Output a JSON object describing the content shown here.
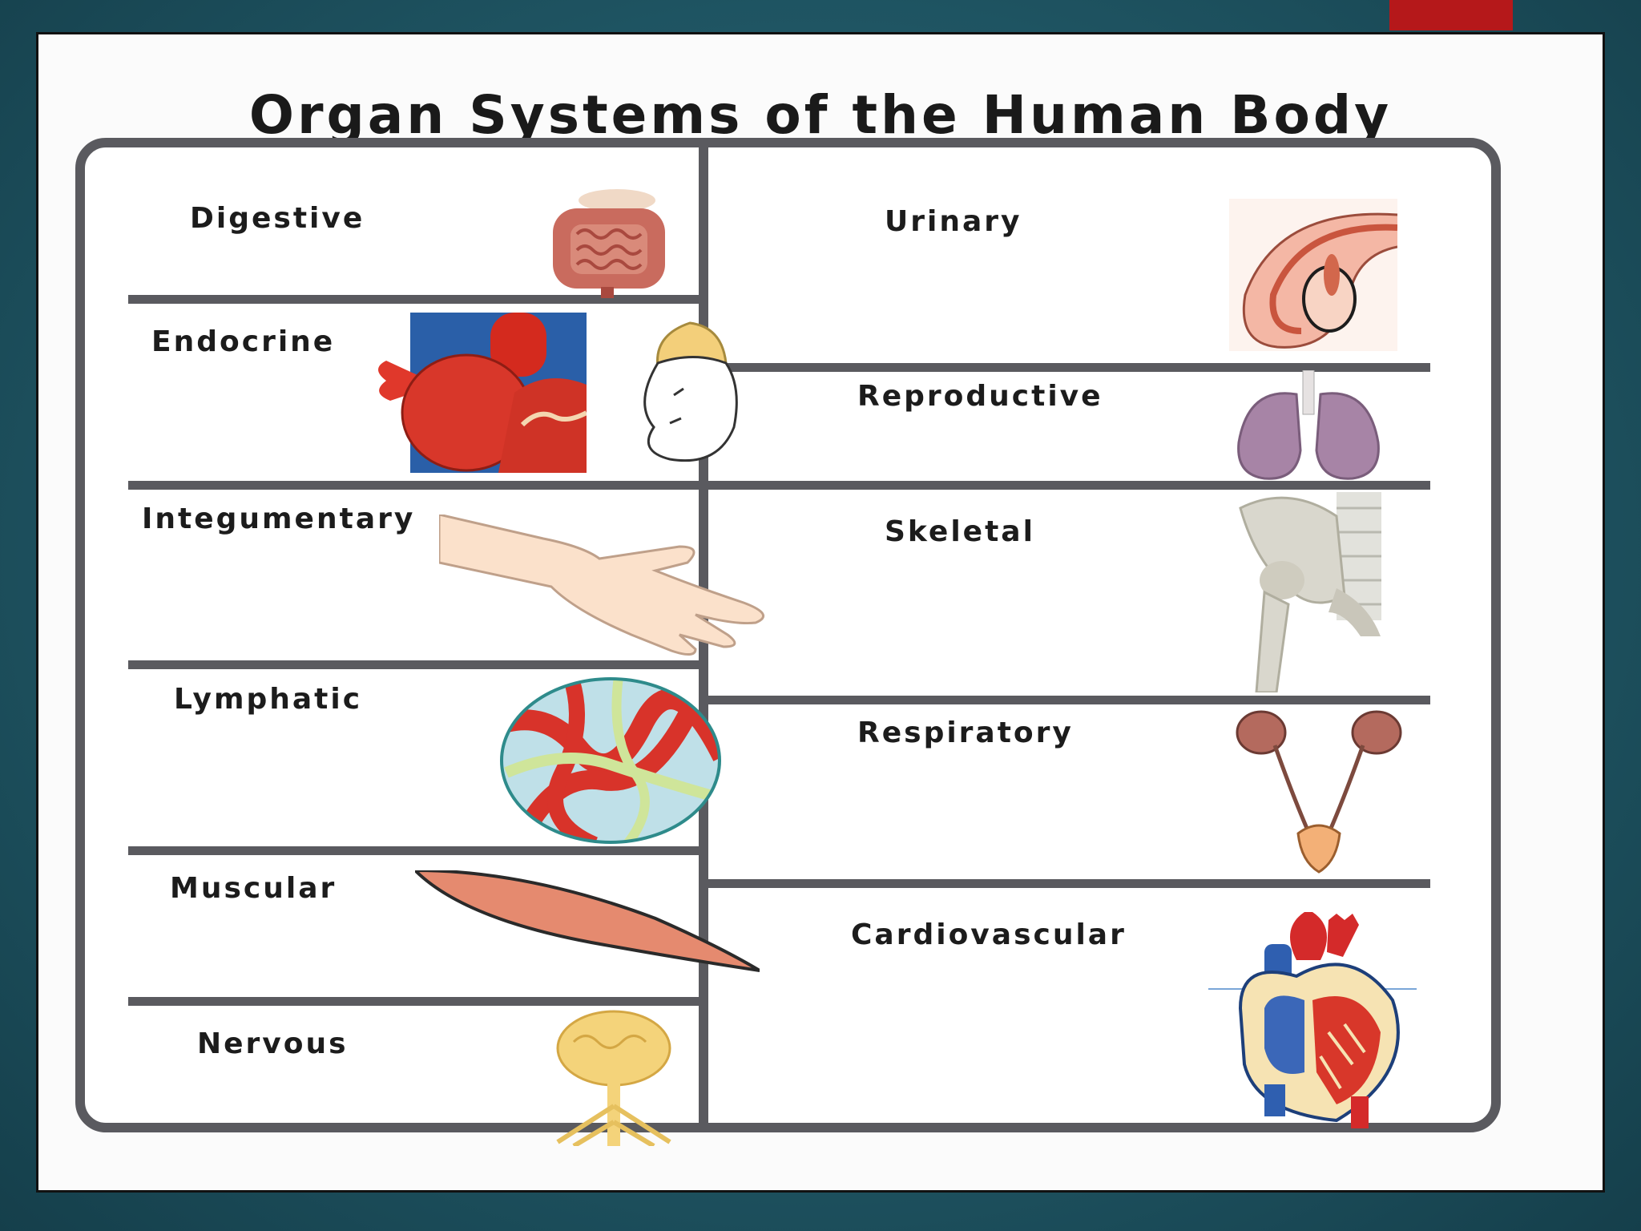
{
  "title": "Organ Systems of the Human Body",
  "colors": {
    "background": "#1f5563",
    "accent": "#b5181a",
    "frame": "#5a5a5f"
  },
  "systems": {
    "left": [
      {
        "label": "Digestive",
        "icon": "intestines-icon"
      },
      {
        "label": "Endocrine",
        "icon": "thyroid-adrenal-icon"
      },
      {
        "label": "Integumentary",
        "icon": "skin-arm-icon"
      },
      {
        "label": "Lymphatic",
        "icon": "lymph-node-icon"
      },
      {
        "label": "Muscular",
        "icon": "muscle-icon"
      },
      {
        "label": "Nervous",
        "icon": "brain-nerves-icon"
      }
    ],
    "right": [
      {
        "label": "Urinary",
        "icon": "reproductive-organ-icon"
      },
      {
        "label": "Reproductive",
        "icon": "lungs-icon"
      },
      {
        "label": "Skeletal",
        "icon": "hip-bone-icon"
      },
      {
        "label": "Respiratory",
        "icon": "kidneys-bladder-icon"
      },
      {
        "label": "Cardiovascular",
        "icon": "heart-icon"
      }
    ]
  }
}
